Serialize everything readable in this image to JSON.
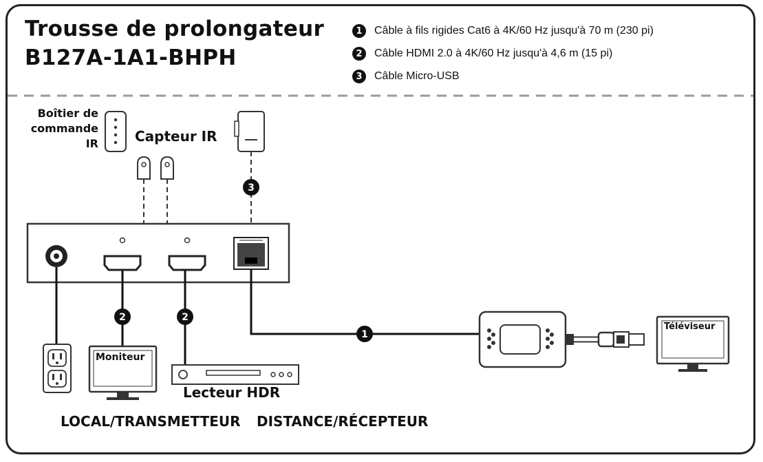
{
  "title_line1": "Trousse de prolongateur",
  "title_line2": "B127A-1A1-BHPH",
  "legend": [
    {
      "num": "1",
      "text": "Câble à fils rigides Cat6 à 4K/60 Hz jusqu'à 70 m (230 pi)"
    },
    {
      "num": "2",
      "text": "Câble HDMI 2.0 à 4K/60 Hz jusqu'à 4,6 m (15 pi)"
    },
    {
      "num": "3",
      "text": "Câble Micro-USB"
    }
  ],
  "labels": {
    "remote_l1": "Boîtier de",
    "remote_l2": "commande",
    "remote_l3": "IR",
    "ir_sensor": "Capteur IR",
    "monitor": "Moniteur",
    "hdr_player": "Lecteur HDR",
    "tv": "Téléviseur",
    "bottom_left": "LOCAL/TRANSMETTEUR",
    "bottom_right": "DISTANCE/RÉCEPTEUR"
  },
  "badges": {
    "cat6": "1",
    "hdmi": "2",
    "usb": "3"
  }
}
